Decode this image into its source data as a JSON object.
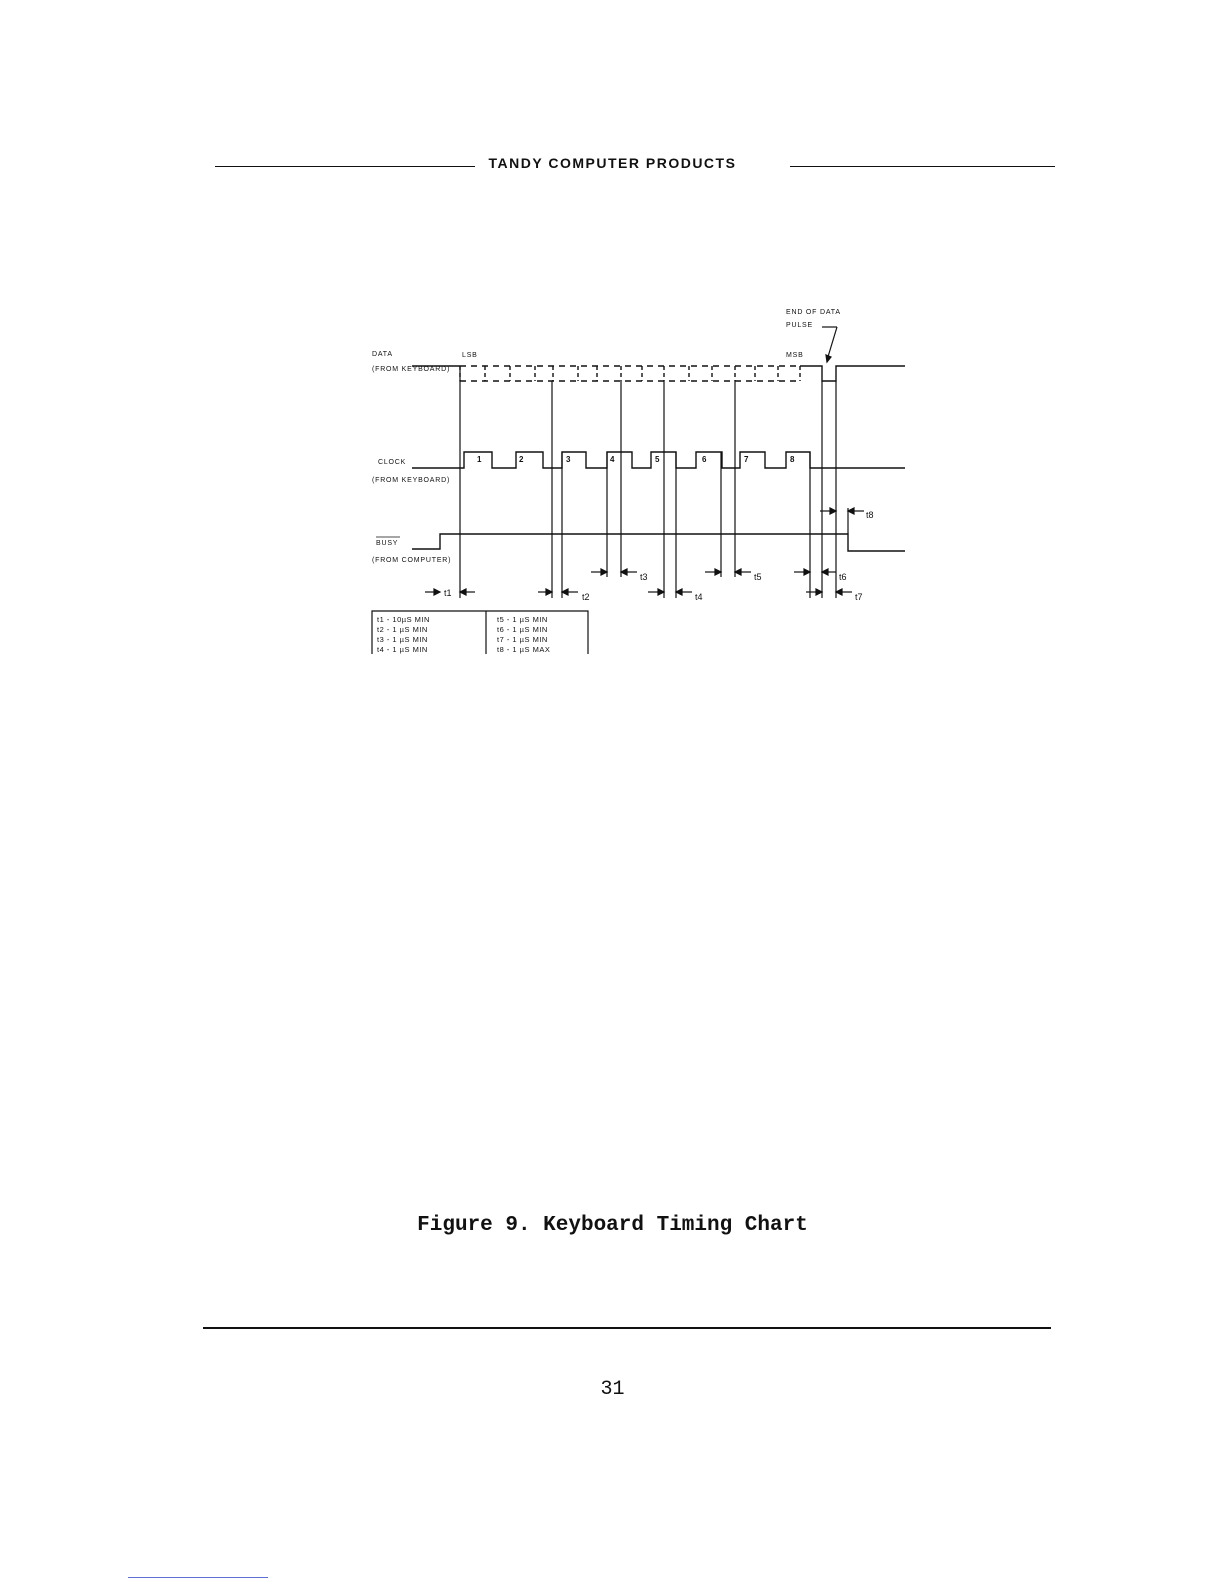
{
  "header": {
    "brand": "TANDY COMPUTER PRODUCTS"
  },
  "diagram": {
    "signals": [
      {
        "name": "DATA",
        "source": "(FROM KEYBOARD)"
      },
      {
        "name": "CLOCK",
        "source": "(FROM KEYBOARD)"
      },
      {
        "name": "BUSY",
        "source": "(FROM COMPUTER)"
      }
    ],
    "bit_markers": {
      "lsb": "LSB",
      "msb": "MSB"
    },
    "end_pulse_label": [
      "END OF DATA",
      "PULSE"
    ],
    "clock_pulses": [
      "1",
      "2",
      "3",
      "4",
      "5",
      "6",
      "7",
      "8"
    ],
    "interval_labels": [
      "t1",
      "t2",
      "t3",
      "t4",
      "t5",
      "t6",
      "t7",
      "t8"
    ],
    "spec_table": {
      "left": [
        "t1 - 10µS MIN",
        "t2 - 1 µS MIN",
        "t3 - 1 µS MIN",
        "t4 - 1 µS MIN"
      ],
      "right": [
        "t5 - 1 µS MIN",
        "t6 - 1 µS MIN",
        "t7 - 1 µS MIN",
        "t8 - 1 µS MAX"
      ]
    }
  },
  "caption": "Figure 9. Keyboard Timing Chart",
  "page_number": "31"
}
